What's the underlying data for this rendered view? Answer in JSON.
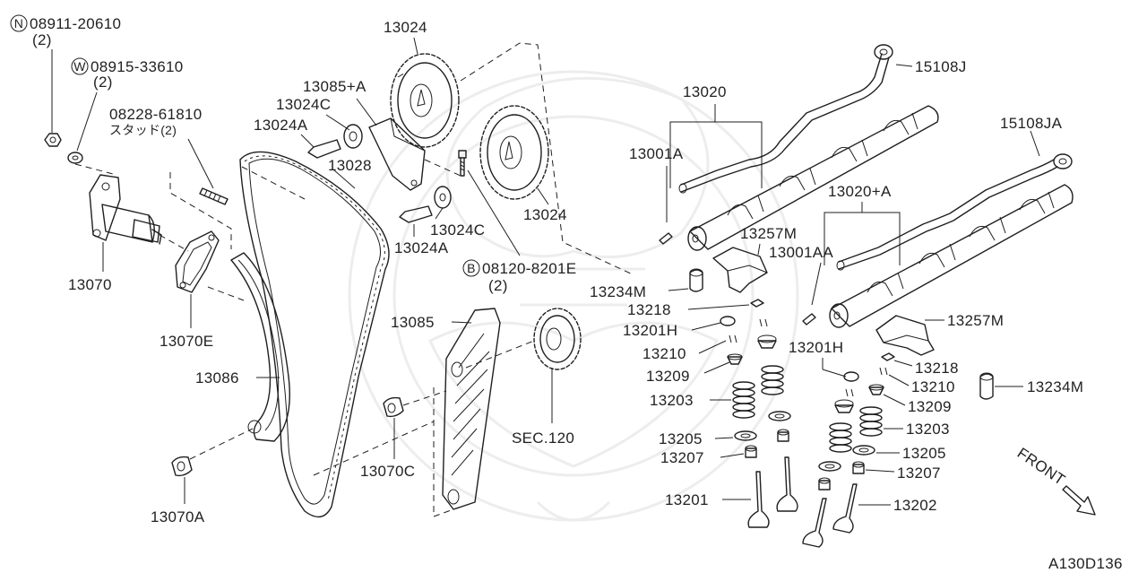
{
  "labels": {
    "nut_part": "08911-20610",
    "nut_qty": "(2)",
    "washer_part": "08915-33610",
    "washer_qty": "(2)",
    "stud_part": "08228-61810",
    "stud_desc": "スタッド(2)",
    "tensioner": "13070",
    "tensioner_gasket": "13070E",
    "chain_guide": "13086",
    "guide_bolt": "13070A",
    "guide_bolt_b": "13070C",
    "timing_chain": "13028",
    "slack_guide": "13085",
    "slack_guide_kit": "13085+A",
    "sprocket_top": "13024",
    "sprocket_right": "13024",
    "washer_c_top": "13024C",
    "washer_c_bottom": "13024C",
    "bolt_a_top": "13024A",
    "bolt_a_bottom": "13024A",
    "bolt_b_part": "08120-8201E",
    "bolt_b_qty": "(2)",
    "sec_ref": "SEC.120",
    "camshaft_exh": "13020",
    "camshaft_int": "13020+A",
    "pin_exh": "13001A",
    "pin_int": "13001AA",
    "oil_tube_exh": "15108J",
    "oil_tube_int": "15108JA",
    "rocker_left": "13257M",
    "rocker_right": "13257M",
    "lash_adjuster_left": "13234M",
    "lash_adjuster_right": "13234M",
    "collet_left": "13218",
    "collet_right": "13218",
    "retainer_left": "13201H",
    "retainer_right": "13201H",
    "seal_left": "13210",
    "seal_right": "13210",
    "seat_left": "13209",
    "seat_right": "13209",
    "spring_left": "13203",
    "spring_right": "13203",
    "spring_seat_left": "13205",
    "spring_seat_right": "13205",
    "guide_left": "13207",
    "guide_right": "13207",
    "valve_intake": "13201",
    "valve_exhaust": "13202",
    "front": "FRONT",
    "diagram_id": "A130D136",
    "badge_n": "N",
    "badge_w": "W",
    "badge_b": "B"
  },
  "icons": {
    "front_arrow": "arrow-down-right-icon",
    "nut": "hex-nut-icon",
    "washer": "washer-icon"
  },
  "colors": {
    "line": "#1f1f1f",
    "text": "#222222",
    "watermark": "#ededed",
    "background": "#ffffff"
  }
}
